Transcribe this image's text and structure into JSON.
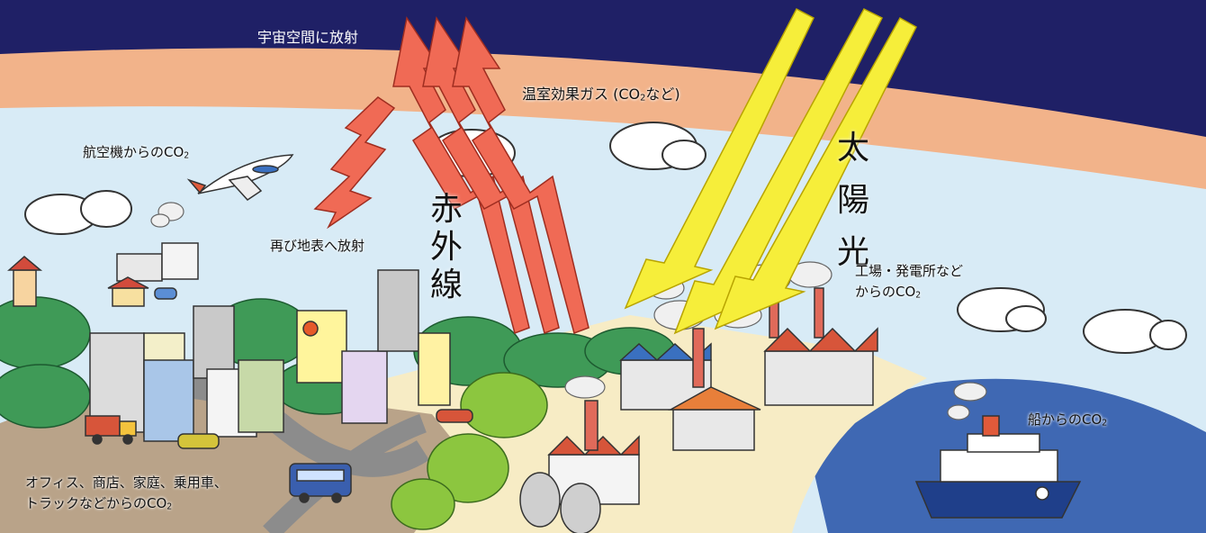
{
  "labels": {
    "space": "宇宙空間に放射",
    "ghg_layer": "温室効果ガス (CO",
    "ghg_layer_sub": "2",
    "ghg_layer_tail": "など)",
    "aircraft": "航空機からのCO",
    "aircraft_sub": "2",
    "reradiate": "再び地表へ放射",
    "infrared_1": "赤",
    "infrared_2": "外",
    "infrared_3": "線",
    "sunlight_1": "太",
    "sunlight_2": "陽",
    "sunlight_3": "光",
    "factory_line1": "工場・発電所など",
    "factory_line2": "からのCO",
    "factory_sub": "2",
    "ship": "船からのCO",
    "ship_sub": "2",
    "city_line1": "オフィス、商店、家庭、乗用車、",
    "city_line2": "トラックなどからのCO",
    "city_sub": "2"
  },
  "colors": {
    "space": "#1f2066",
    "ghg_band": "#f2b38a",
    "sky": "#d8ebf6",
    "infrared": "#f06a55",
    "sunlight": "#f6ee3a",
    "sea": "#3f68b3",
    "shore": "#f7ecc5",
    "ground": "#b9a389",
    "forest": "#3f9a57"
  },
  "icons": [
    "airplane-icon",
    "ship-icon",
    "factory-icon",
    "bus-icon",
    "truck-icon",
    "car-icon",
    "cloud-icon"
  ]
}
